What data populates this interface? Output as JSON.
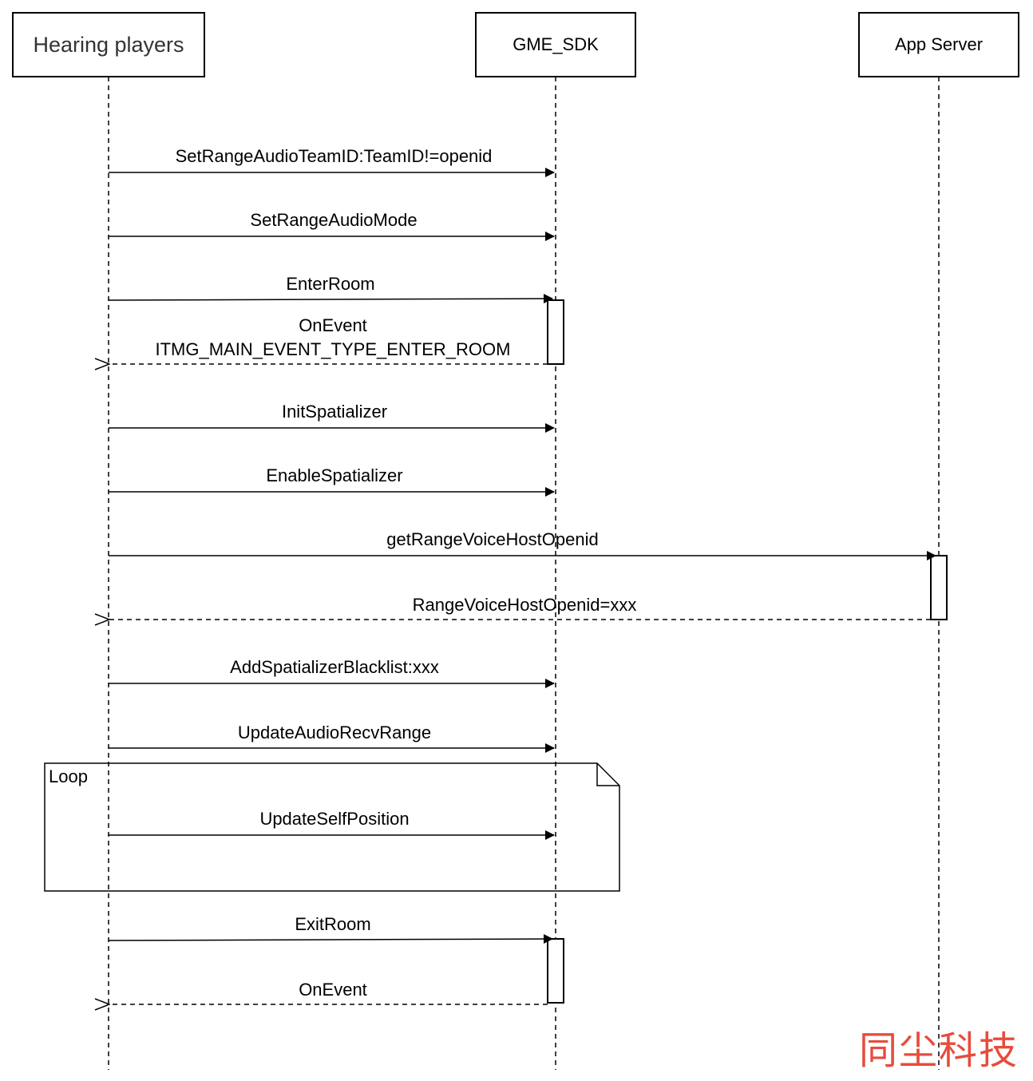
{
  "actors": [
    {
      "id": "player",
      "label": "Hearing players"
    },
    {
      "id": "sdk",
      "label": "GME_SDK"
    },
    {
      "id": "server",
      "label": "App Server"
    }
  ],
  "messages": [
    {
      "label": "SetRangeAudioTeamID:TeamID!=openid",
      "from": "player",
      "to": "sdk",
      "kind": "call"
    },
    {
      "label": "SetRangeAudioMode",
      "from": "player",
      "to": "sdk",
      "kind": "call"
    },
    {
      "label": "EnterRoom",
      "from": "player",
      "to": "sdk",
      "kind": "call"
    },
    {
      "label": "OnEvent",
      "label2": "ITMG_MAIN_EVENT_TYPE_ENTER_ROOM",
      "from": "sdk",
      "to": "player",
      "kind": "return"
    },
    {
      "label": "InitSpatializer",
      "from": "player",
      "to": "sdk",
      "kind": "call"
    },
    {
      "label": "EnableSpatializer",
      "from": "player",
      "to": "sdk",
      "kind": "call"
    },
    {
      "label": "getRangeVoiceHostOpenid",
      "from": "player",
      "to": "server",
      "kind": "call"
    },
    {
      "label": "RangeVoiceHostOpenid=xxx",
      "from": "server",
      "to": "player",
      "kind": "return"
    },
    {
      "label": "AddSpatializerBlacklist:xxx",
      "from": "player",
      "to": "sdk",
      "kind": "call"
    },
    {
      "label": "UpdateAudioRecvRange",
      "from": "player",
      "to": "sdk",
      "kind": "call"
    },
    {
      "label": "UpdateSelfPosition",
      "from": "player",
      "to": "sdk",
      "kind": "call"
    },
    {
      "label": "ExitRoom",
      "from": "player",
      "to": "sdk",
      "kind": "call"
    },
    {
      "label": "OnEvent",
      "from": "sdk",
      "to": "player",
      "kind": "return"
    }
  ],
  "loop": {
    "label": "Loop"
  },
  "watermark": {
    "text": "同尘科技",
    "color": "#e74c3c"
  },
  "colors": {
    "line": "#000000",
    "background": "#ffffff"
  }
}
